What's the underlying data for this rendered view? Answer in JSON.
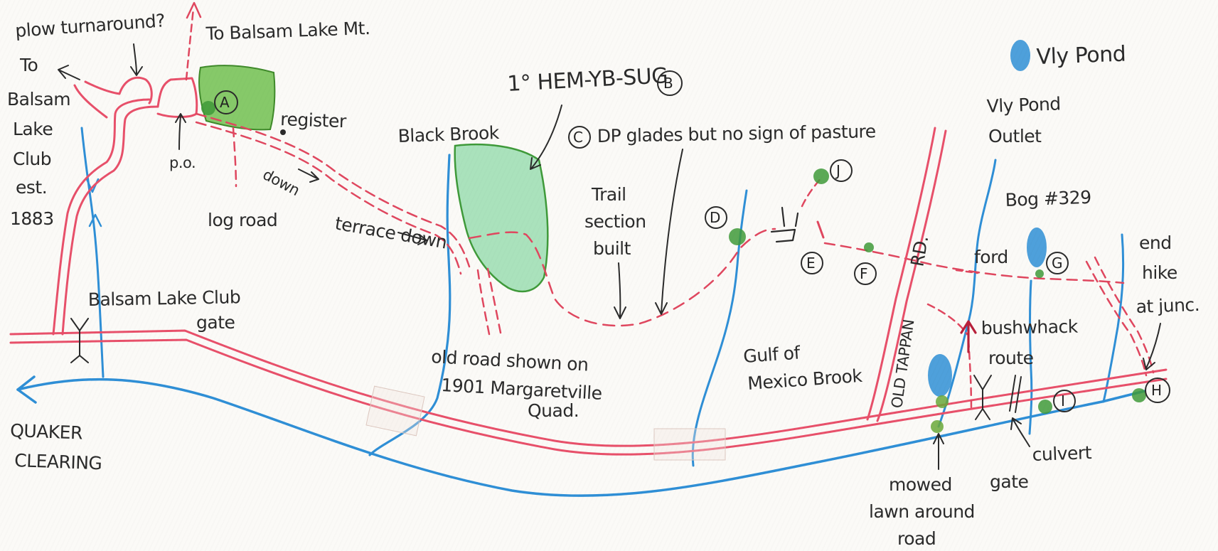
{
  "labels": {
    "plow_turnaround": "plow turnaround?",
    "to_balsam_lake_mt": "To Balsam Lake Mt.",
    "to": "To",
    "balsam": "Balsam",
    "lake": "Lake",
    "club": "Club",
    "est": "est.",
    "year": "1883",
    "po": "p.o.",
    "register": "register",
    "down1": "down",
    "log_road": "log road",
    "terrace_down": "terrace down",
    "forest_type": "1° HEM-YB-SUG",
    "black_brook": "Black Brook",
    "dp_glade": "DP glades but no sign of pasture",
    "trail_section_1": "Trail",
    "trail_section_2": "section",
    "trail_section_3": "built",
    "balsam_gate_1": "Balsam Lake Club",
    "balsam_gate_2": "gate",
    "old_road_1": "old road shown on",
    "old_road_2": "1901 Margaretville",
    "old_road_3": "Quad.",
    "gulf_1": "Gulf of",
    "gulf_2": "Mexico Brook",
    "old_tappan_rd": "OLD TAPPAN",
    "rd": "RD.",
    "vly_pond": "Vly Pond",
    "vly_outlet_1": "Vly Pond",
    "vly_outlet_2": "Outlet",
    "bog": "Bog #329",
    "ford": "ford",
    "end_hike_1": "end",
    "end_hike_2": "hike",
    "end_hike_3": "at junc.",
    "bushwhack_1": "bushwhack",
    "bushwhack_2": "route",
    "mowed_1": "mowed",
    "mowed_2": "lawn around",
    "mowed_3": "road",
    "gate": "gate",
    "culvert": "culvert",
    "quaker_1": "QUAKER",
    "quaker_2": "CLEARING"
  },
  "markers": [
    {
      "id": "A",
      "label": "A"
    },
    {
      "id": "B",
      "label": "B"
    },
    {
      "id": "C",
      "label": "C"
    },
    {
      "id": "D",
      "label": "D"
    },
    {
      "id": "E",
      "label": "E"
    },
    {
      "id": "F",
      "label": "F"
    },
    {
      "id": "G",
      "label": "G"
    },
    {
      "id": "H",
      "label": "H"
    },
    {
      "id": "I",
      "label": "I"
    },
    {
      "id": "J",
      "label": "J"
    }
  ],
  "colors": {
    "road": "#e8506a",
    "road_light": "#f2a3b0",
    "trail": "#e0475f",
    "water": "#2f8fd6",
    "forest": "#5fb83a",
    "forest_light": "#8fd9a8",
    "marker_green": "#3f9a3a",
    "ink": "#2b2b2b"
  }
}
